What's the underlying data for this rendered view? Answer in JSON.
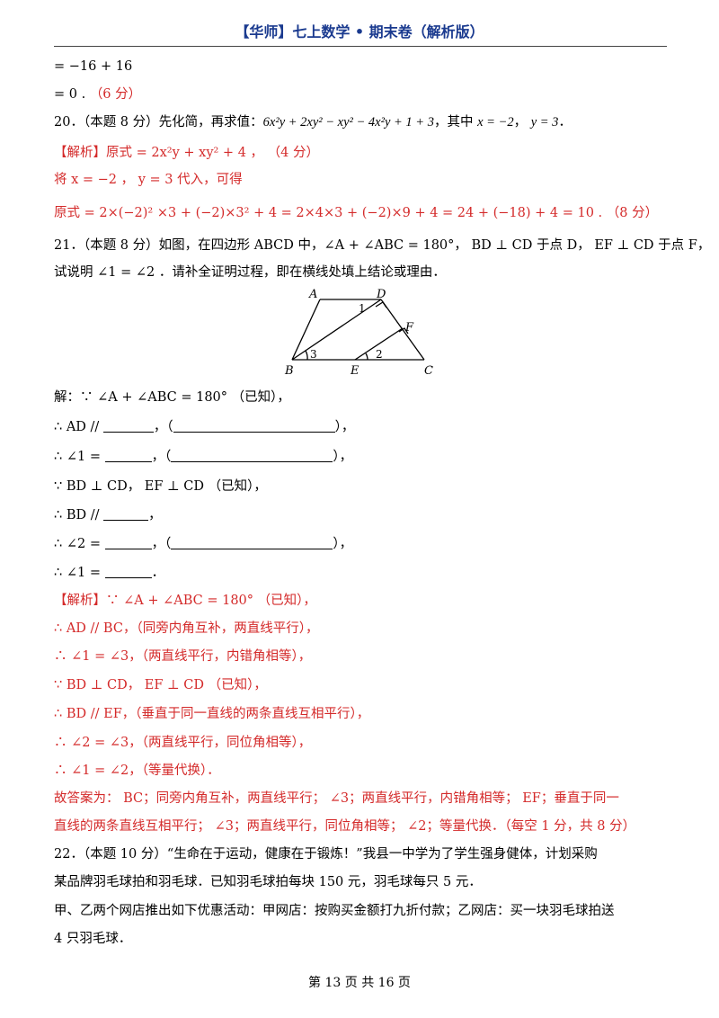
{
  "header": {
    "title": "【华师】七上数学 • 期末卷（解析版）"
  },
  "lines": {
    "l1": "= −16 + 16",
    "l2a": "= 0 .",
    "l2b": "（6 分）",
    "q20a": "20．（本题 8 分）先化简，再求值：",
    "q20expr": "6x²y + 2xy² − xy² − 4x²y + 1 + 3",
    "q20b": "，其中",
    "q20c": "x = −2",
    "q20d": "，",
    "q20e": "y = 3",
    "q20f": "．",
    "a20tag": "【解析】",
    "a20a": "原式 = 2x²y + xy² + 4 ，",
    "a20b": "（4 分）",
    "a20c": "将 x = −2 ， y = 3 代入，可得",
    "a20d": "原式 = 2×(−2)² ×3 + (−2)×3² + 4 = 2×4×3 + (−2)×9 + 4 = 24 + (−18) + 4 = 10 .",
    "a20e": "（8 分）",
    "q21a": "21．（本题 8 分）如图，在四边形 ABCD 中，∠A + ∠ABC = 180°， BD ⊥ CD 于点 D， EF ⊥ CD 于点 F，",
    "q21b": "试说明 ∠1 = ∠2 ．请补全证明过程，即在横线处填上结论或理由．",
    "s1": "解：∵ ∠A + ∠ABC = 180° （已知），",
    "s2a": "∴ AD //",
    "s2b": "，（",
    "s2c": "），",
    "s3a": "∴ ∠1 =",
    "s3b": "，（",
    "s3c": "），",
    "s4": "∵ BD ⊥ CD， EF ⊥ CD （已知），",
    "s5a": "∴ BD //",
    "s5b": "，",
    "s6a": "∴ ∠2 =",
    "s6b": "，（",
    "s6c": "），",
    "s7a": "∴ ∠1 =",
    "s7b": "．",
    "r1tag": "【解析】",
    "r1": "∵ ∠A + ∠ABC = 180° （已知），",
    "r2": "∴ AD // BC，（同旁内角互补，两直线平行），",
    "r3": "∴ ∠1 = ∠3，（两直线平行，内错角相等），",
    "r4": "∵ BD ⊥ CD， EF ⊥ CD （已知），",
    "r5": "∴ BD // EF，（垂直于同一直线的两条直线互相平行），",
    "r6": "∴ ∠2 = ∠3，（两直线平行，同位角相等），",
    "r7": "∴ ∠1 = ∠2，（等量代换）．",
    "r8": "故答案为： BC；同旁内角互补，两直线平行； ∠3；两直线平行，内错角相等； EF；垂直于同一",
    "r9": "直线的两条直线互相平行； ∠3；两直线平行，同位角相等； ∠2；等量代换．（每空 1 分，共 8 分）",
    "q22a": "22．（本题 10 分）“生命在于运动，健康在于锻炼！”我县一中学为了学生强身健体，计划采购",
    "q22b": "某品牌羽毛球拍和羽毛球．已知羽毛球拍每块 150 元，羽毛球每只 5 元．",
    "q22c": "甲、乙两个网店推出如下优惠活动：甲网店：按购买金额打九折付款；乙网店：买一块羽毛球拍送",
    "q22d": "4 只羽毛球．"
  },
  "figure": {
    "A": "A",
    "B": "B",
    "C": "C",
    "D": "D",
    "E": "E",
    "F": "F",
    "a1": "1",
    "a2": "2",
    "a3": "3"
  },
  "footer": {
    "page": "第 13 页 共 16 页"
  },
  "colors": {
    "header": "#1a3a8f",
    "answer": "#d42a2a"
  }
}
